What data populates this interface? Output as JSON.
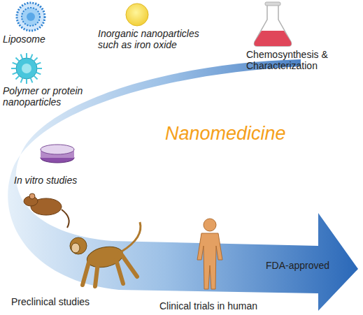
{
  "diagram": {
    "labels": [
      "Liposome",
      "Inorganic nanoparticles such as iron oxide",
      "Chemosynthesis & Characterization",
      "Polymer or protein nanoparticles",
      "Nanomedicine",
      "In vitro studies",
      "Preclinical studies",
      "Clinical trials in human",
      "FDA-approved"
    ]
  }
}
